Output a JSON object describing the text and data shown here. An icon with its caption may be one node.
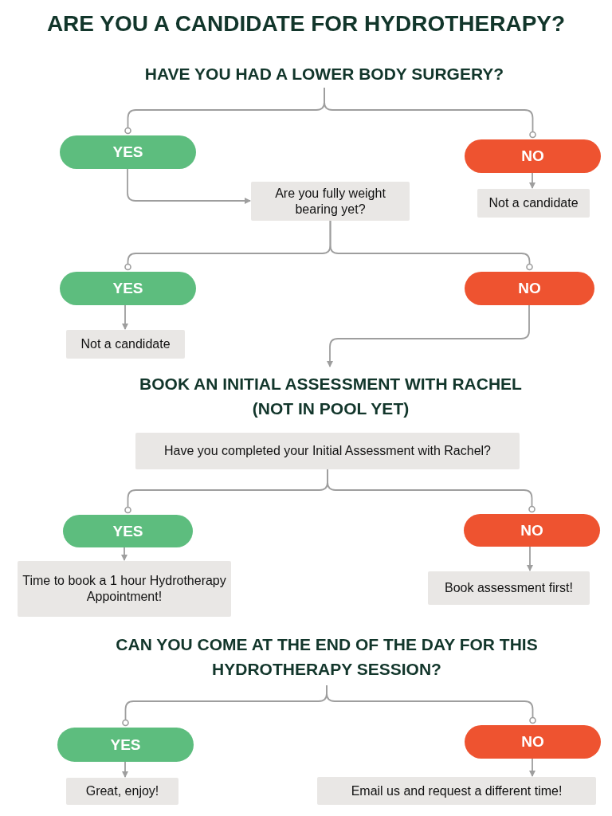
{
  "diagram": {
    "title": "ARE YOU A CANDIDATE FOR HYDROTHERAPY?",
    "nodes": [
      {
        "text": [
          "HAVE YOU HAD A LOWER BODY SURGERY?"
        ]
      },
      {
        "text": [
          "YES"
        ]
      },
      {
        "text": [
          "NO"
        ]
      },
      {
        "text": [
          "Are you fully weight bearing yet?"
        ]
      },
      {
        "text": [
          "Not a candidate"
        ]
      },
      {
        "text": [
          "YES"
        ]
      },
      {
        "text": [
          "NO"
        ]
      },
      {
        "text": [
          "Not a candidate"
        ]
      },
      {
        "text": [
          "BOOK AN INITIAL ASSESSMENT WITH RACHEL (NOT IN POOL YET)"
        ]
      },
      {
        "text": [
          "Have you completed your Initial Assessment with Rachel?"
        ]
      },
      {
        "text": [
          "YES"
        ]
      },
      {
        "text": [
          "NO"
        ]
      },
      {
        "text": [
          "Time to book a 1 hour Hydrotherapy Appointment!"
        ]
      },
      {
        "text": [
          "Book assessment first!"
        ]
      },
      {
        "text": [
          "CAN YOU COME AT THE END OF THE DAY FOR THIS HYDROTHERAPY SESSION?"
        ]
      },
      {
        "text": [
          "YES"
        ]
      },
      {
        "text": [
          "NO"
        ]
      },
      {
        "text": [
          "Great, enjoy!"
        ]
      },
      {
        "text": [
          "Email us and request a different time!"
        ]
      }
    ],
    "edges": [
      {
        "from": 0,
        "to": 1,
        "arrow": "other"
      },
      {
        "from": 0,
        "to": 2,
        "arrow": "other"
      },
      {
        "from": 1,
        "to": 3,
        "arrow": "to"
      },
      {
        "from": 2,
        "to": 4,
        "arrow": "to"
      },
      {
        "from": 3,
        "to": 5,
        "arrow": "other"
      },
      {
        "from": 3,
        "to": 6,
        "arrow": "other"
      },
      {
        "from": 5,
        "to": 7,
        "arrow": "to"
      },
      {
        "from": 6,
        "to": 8,
        "arrow": "to"
      },
      {
        "from": 9,
        "to": 10,
        "arrow": "other"
      },
      {
        "from": 9,
        "to": 11,
        "arrow": "other"
      },
      {
        "from": 10,
        "to": 12,
        "arrow": "to"
      },
      {
        "from": 11,
        "to": 13,
        "arrow": "to"
      },
      {
        "from": 14,
        "to": 15,
        "arrow": "other"
      },
      {
        "from": 14,
        "to": 16,
        "arrow": "other"
      },
      {
        "from": 15,
        "to": 17,
        "arrow": "to"
      },
      {
        "from": 16,
        "to": 18,
        "arrow": "to"
      }
    ]
  }
}
